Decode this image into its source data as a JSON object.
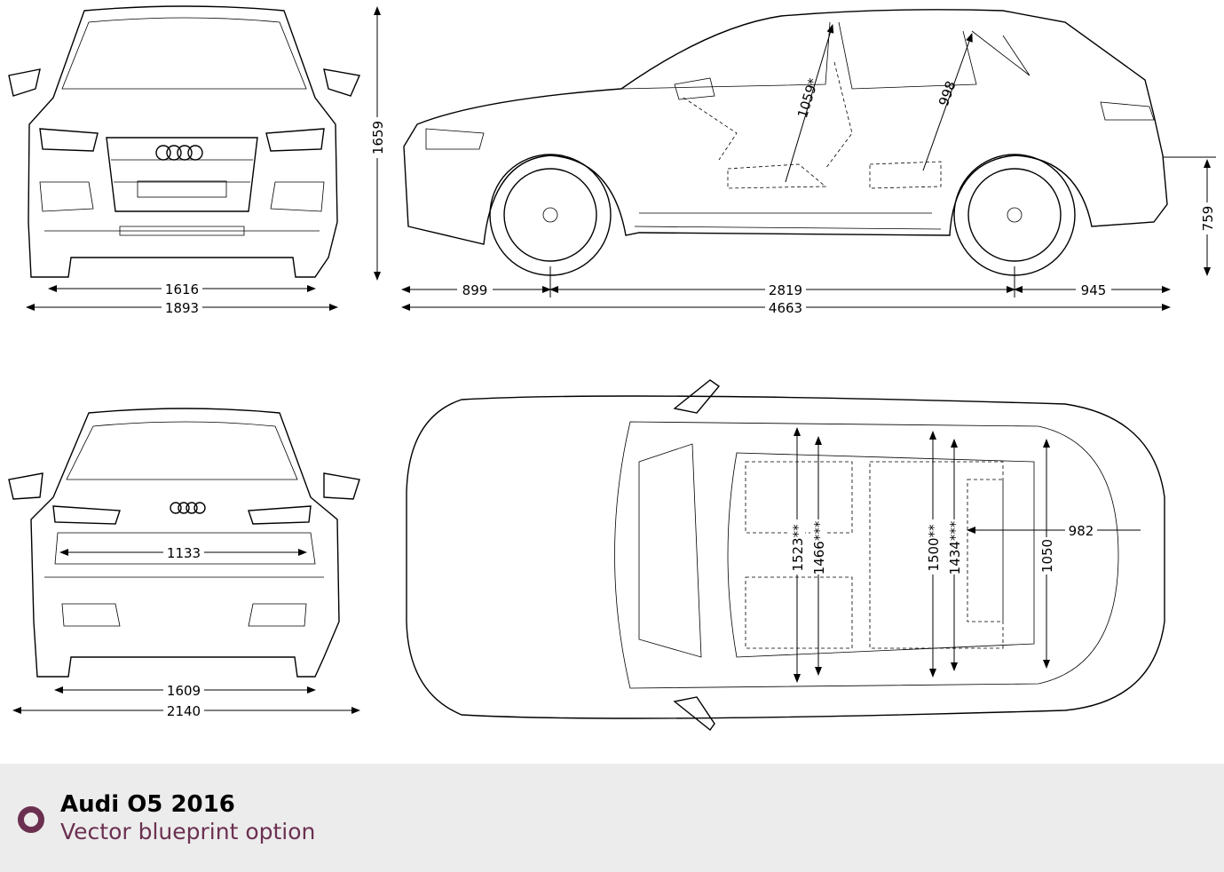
{
  "views": {
    "front": {
      "track": "1616",
      "width": "1893",
      "height": "1659"
    },
    "side": {
      "front_overhang": "899",
      "wheelbase": "2819",
      "rear_overhang": "945",
      "length": "4663",
      "headroom_front": "1059*",
      "headroom_rear": "998",
      "loading_sill": "759"
    },
    "rear": {
      "tailgate_width": "1133",
      "track": "1609",
      "width_mirrors": "2140"
    },
    "top": {
      "front_shoulder": "1523**",
      "front_elbow": "1466***",
      "rear_shoulder": "1500**",
      "rear_elbow": "1434***",
      "trunk_width": "1050",
      "trunk_length": "982"
    }
  },
  "footer": {
    "title": "Audi O5 2016",
    "subtitle": "Vector blueprint option"
  },
  "colors": {
    "accent": "#6b3050",
    "footer_bg": "#ececec"
  }
}
